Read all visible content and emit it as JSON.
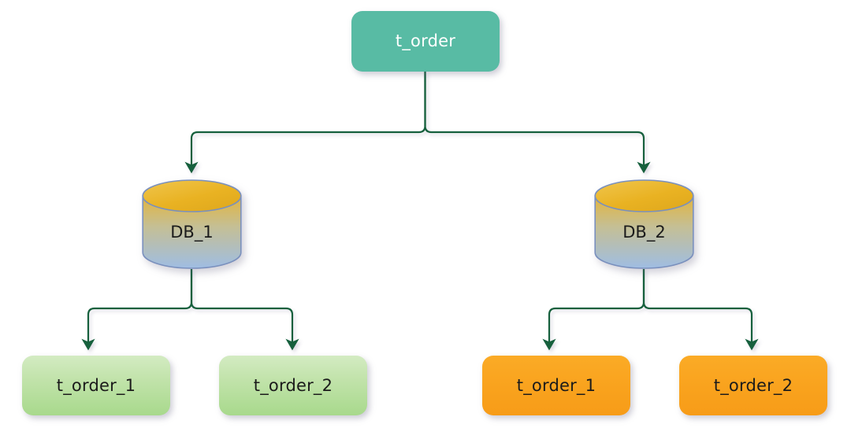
{
  "diagram": {
    "type": "sharding-topology-tree",
    "background_color": "#ffffff",
    "edge_color": "#14603d",
    "nodes": [
      {
        "id": "root",
        "label": "t_order",
        "shape": "rounded-rectangle",
        "fill_color": "#58bba4",
        "text_color": "#ffffff",
        "level": 0
      },
      {
        "id": "db1",
        "label": "DB_1",
        "shape": "cylinder",
        "fill_top_color": "#e9b222",
        "fill_bottom_color": "#9fbde3",
        "stroke_color": "#7a90bd",
        "text_color": "#1b1b1b",
        "level": 1
      },
      {
        "id": "db2",
        "label": "DB_2",
        "shape": "cylinder",
        "fill_top_color": "#e9b222",
        "fill_bottom_color": "#9fbde3",
        "stroke_color": "#7a90bd",
        "text_color": "#1b1b1b",
        "level": 1
      },
      {
        "id": "db1_t1",
        "label": "t_order_1",
        "shape": "rounded-rectangle",
        "fill_color": "#a8d98c",
        "text_color": "#1b1b1b",
        "level": 2
      },
      {
        "id": "db1_t2",
        "label": "t_order_2",
        "shape": "rounded-rectangle",
        "fill_color": "#a8d98c",
        "text_color": "#1b1b1b",
        "level": 2
      },
      {
        "id": "db2_t1",
        "label": "t_order_1",
        "shape": "rounded-rectangle",
        "fill_color": "#f9a21d",
        "text_color": "#1b1b1b",
        "level": 2
      },
      {
        "id": "db2_t2",
        "label": "t_order_2",
        "shape": "rounded-rectangle",
        "fill_color": "#f9a21d",
        "text_color": "#1b1b1b",
        "level": 2
      }
    ],
    "edges": [
      {
        "from": "root",
        "to": "db1",
        "style": "orthogonal-elbow",
        "arrow": "filled-triangle"
      },
      {
        "from": "root",
        "to": "db2",
        "style": "orthogonal-elbow",
        "arrow": "filled-triangle"
      },
      {
        "from": "db1",
        "to": "db1_t1",
        "style": "orthogonal-elbow",
        "arrow": "filled-triangle"
      },
      {
        "from": "db1",
        "to": "db1_t2",
        "style": "orthogonal-elbow",
        "arrow": "filled-triangle"
      },
      {
        "from": "db2",
        "to": "db2_t1",
        "style": "orthogonal-elbow",
        "arrow": "filled-triangle"
      },
      {
        "from": "db2",
        "to": "db2_t2",
        "style": "orthogonal-elbow",
        "arrow": "filled-triangle"
      }
    ]
  }
}
